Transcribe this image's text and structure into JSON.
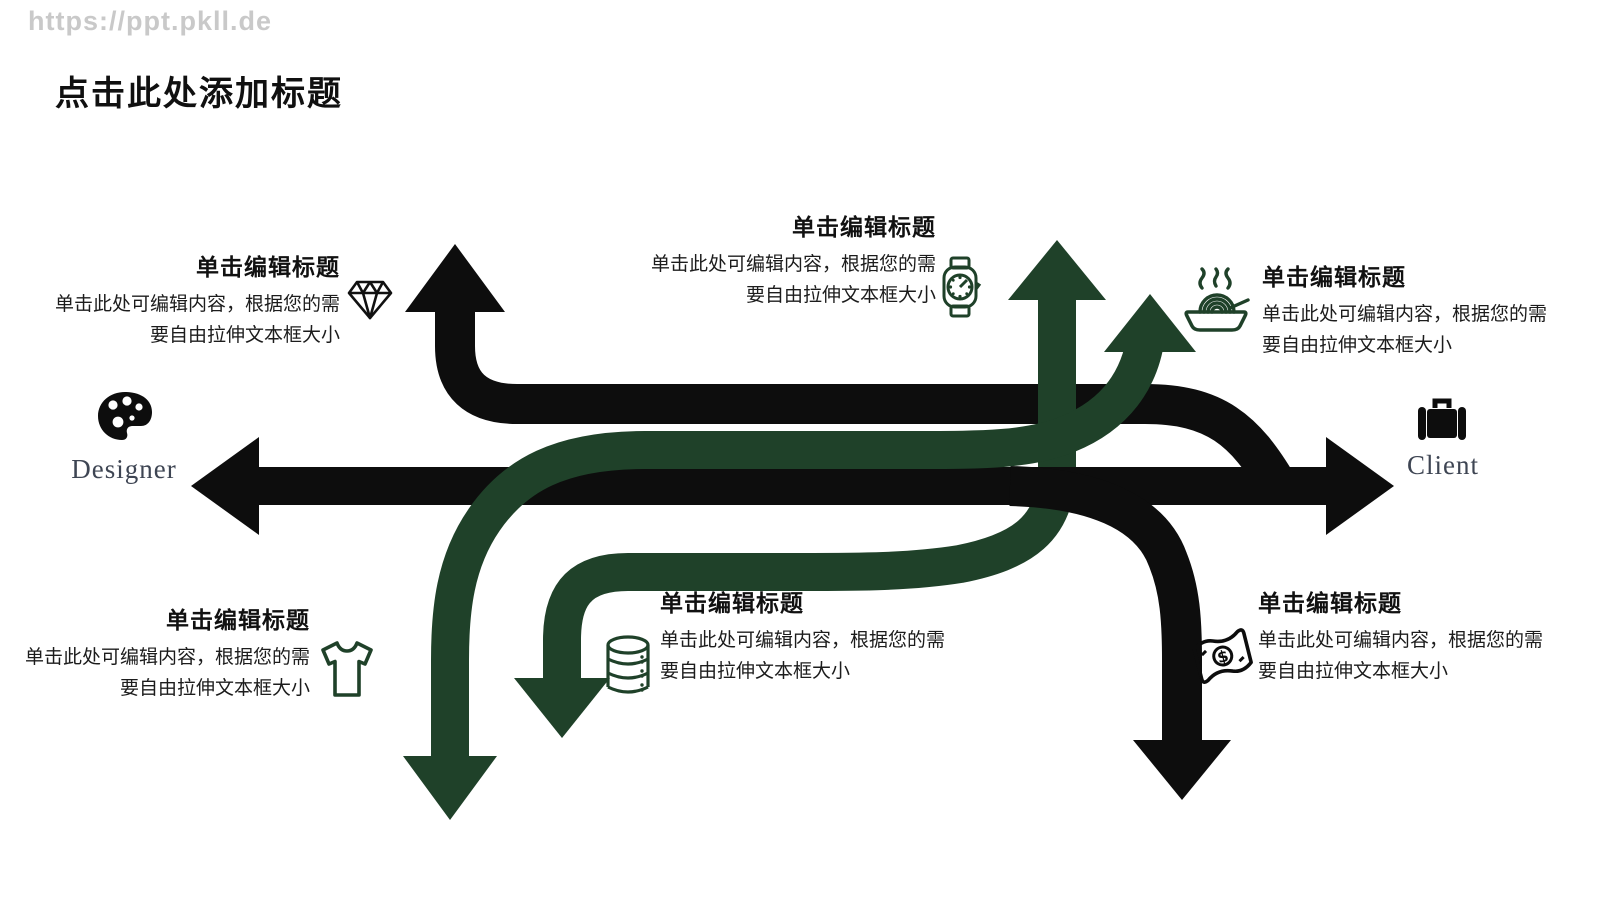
{
  "watermark": "https://ppt.pkll.de",
  "title": "点击此处添加标题",
  "colors": {
    "arrow_black": "#0d0d0d",
    "arrow_green": "#1f4129",
    "node_label": "#3e4553",
    "watermark_gray": "#c9c9c9"
  },
  "nodes": {
    "designer": {
      "label": "Designer",
      "icon": "palette-icon"
    },
    "client": {
      "label": "Client",
      "icon": "briefcase-icon"
    }
  },
  "blocks": [
    {
      "id": "top-left",
      "icon": "diamond-icon",
      "heading": "单击编辑标题",
      "body_line1": "单击此处可编辑内容，根据您的需",
      "body_line2": "要自由拉伸文本框大小"
    },
    {
      "id": "top-middle",
      "icon": "watch-icon",
      "heading": "单击编辑标题",
      "body_line1": "单击此处可编辑内容，根据您的需",
      "body_line2": "要自由拉伸文本框大小"
    },
    {
      "id": "top-right",
      "icon": "noodles-icon",
      "heading": "单击编辑标题",
      "body_line1": "单击此处可编辑内容，根据您的需",
      "body_line2": "要自由拉伸文本框大小"
    },
    {
      "id": "bottom-left",
      "icon": "tshirt-icon",
      "heading": "单击编辑标题",
      "body_line1": "单击此处可编辑内容，根据您的需",
      "body_line2": "要自由拉伸文本框大小"
    },
    {
      "id": "bottom-middle",
      "icon": "database-icon",
      "heading": "单击编辑标题",
      "body_line1": "单击此处可编辑内容，根据您的需",
      "body_line2": "要自由拉伸文本框大小"
    },
    {
      "id": "bottom-right",
      "icon": "money-icon",
      "heading": "单击编辑标题",
      "body_line1": "单击此处可编辑内容，根据您的需",
      "body_line2": "要自由拉伸文本框大小"
    }
  ]
}
